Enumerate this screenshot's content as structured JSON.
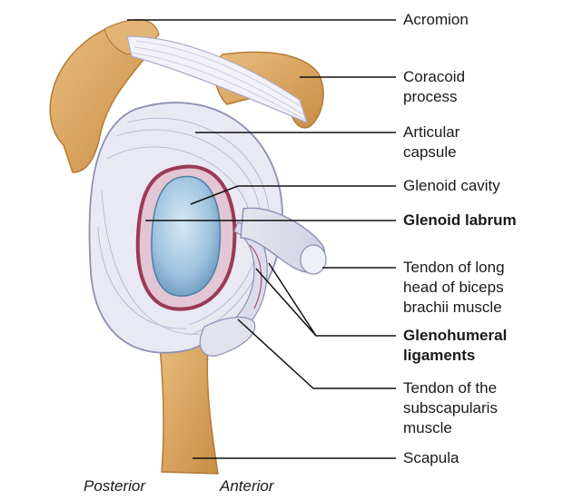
{
  "labels": {
    "acromion": "Acromion",
    "coracoid": "Coracoid\nprocess",
    "capsule": "Articular\ncapsule",
    "glenoid_cavity": "Glenoid cavity",
    "glenoid_labrum": "Glenoid labrum",
    "biceps_tendon": "Tendon of long\nhead of biceps\nbrachii muscle",
    "glenohumeral": "Glenohumeral\nligaments",
    "subscapularis": "Tendon of the\nsubscapularis\nmuscle",
    "scapula": "Scapula"
  },
  "orientation": {
    "posterior": "Posterior",
    "anterior": "Anterior"
  },
  "colors": {
    "bone": "#d9a561",
    "bone_dark": "#b57a35",
    "capsule": "#e9e9f3",
    "capsule_stroke": "#8d8fb5",
    "labrum": "#9b3a55",
    "cavity": "#9fc3df",
    "cavity_dark": "#5d8fb6",
    "leader": "#111111"
  }
}
